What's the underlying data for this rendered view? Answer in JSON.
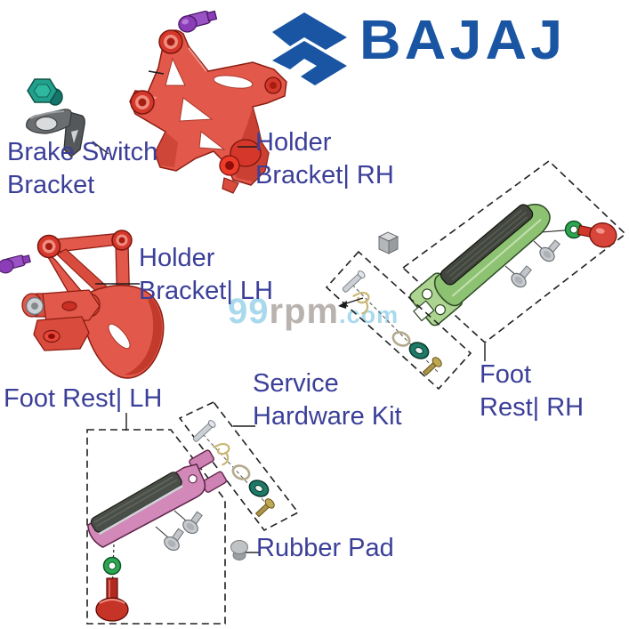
{
  "logo": {
    "brand": "BAJAJ",
    "emblem": "bajaj-flying-b-icon",
    "color": "#1a55a3"
  },
  "watermark": {
    "prefix": "99",
    "middle": "rpm",
    "suffix": ".com"
  },
  "labels": {
    "brake_switch_bracket": {
      "line1": "Brake Switch",
      "line2": "Bracket"
    },
    "holder_bracket_rh": {
      "line1": "Holder",
      "line2": "Bracket| RH"
    },
    "holder_bracket_lh": {
      "line1": "Holder",
      "line2": "Bracket| LH"
    },
    "foot_rest_lh": {
      "line1": "Foot Rest| LH"
    },
    "service_hardware_kit": {
      "line1": "Service",
      "line2": "Hardware Kit"
    },
    "foot_rest_rh": {
      "line1": "Foot",
      "line2": "Rest| RH"
    },
    "rubber_pad": {
      "line1": "Rubber Pad"
    }
  },
  "colors": {
    "label_text": "#3b3f98",
    "logo_blue": "#1a55a3",
    "bracket_red": "#e2584a",
    "footrest_green": "#8cc272",
    "footrest_pink": "#d288b8",
    "bolt_purple": "#8a3db6",
    "bolt_teal": "#23a08d",
    "washer_green": "#2aa84f",
    "grommet_teal": "#1d7a67",
    "bolt_red": "#cf3a2c",
    "hardware_gold": "#ad9547",
    "metal_gray": "#c2c5c9",
    "watermark_blue": "#a9d9ec",
    "watermark_gray": "#b9b3af"
  }
}
